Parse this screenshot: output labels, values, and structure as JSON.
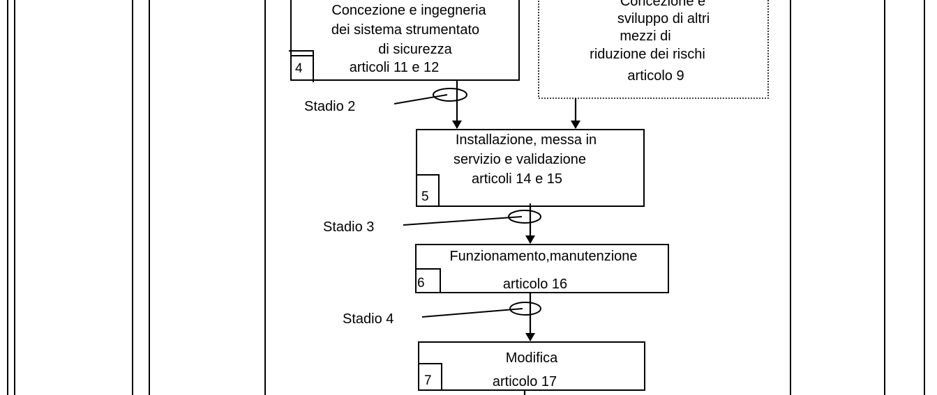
{
  "boxes": {
    "box4": {
      "number": "4",
      "lines": [
        "Concezione e ingegneria",
        "dei sistema strumentato",
        "di sicurezza",
        "articoli 11 e 12"
      ]
    },
    "box_other": {
      "lines": [
        "Concezione e",
        "sviluppo di altri",
        "mezzi di",
        "riduzione dei rischi",
        "articolo 9"
      ]
    },
    "box5": {
      "number": "5",
      "lines": [
        "Installazione, messa in",
        "servizio e validazione",
        "articoli 14 e 15"
      ]
    },
    "box6": {
      "number": "6",
      "lines": [
        "Funzionamento,manutenzione",
        "articolo 16"
      ]
    },
    "box7": {
      "number": "7",
      "lines": [
        "Modifica",
        "articolo 17"
      ]
    }
  },
  "stages": {
    "stage2": "Stadio 2",
    "stage3": "Stadio 3",
    "stage4": "Stadio 4"
  }
}
